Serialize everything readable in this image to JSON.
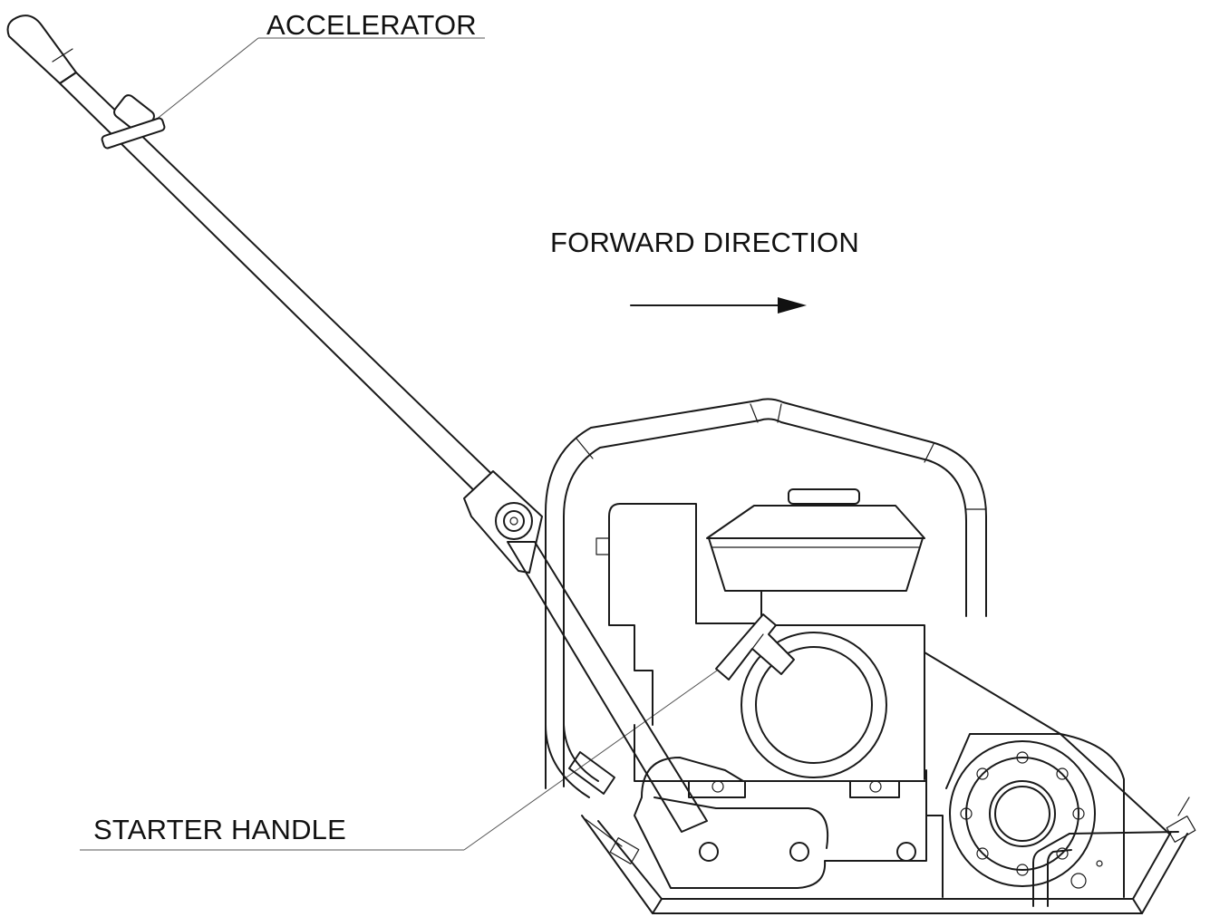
{
  "labels": {
    "accelerator": "ACCELERATOR",
    "forward_direction": "FORWARD DIRECTION",
    "starter_handle": "STARTER HANDLE"
  },
  "colors": {
    "line": "#1a1a1a",
    "background": "#ffffff"
  }
}
